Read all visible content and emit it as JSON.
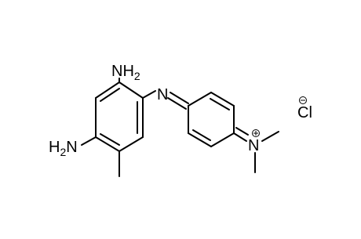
{
  "molecule": {
    "labels": {
      "amine_top": {
        "element": "NH",
        "subscript": "2"
      },
      "amine_left": {
        "prefix": "H",
        "subscript": "2",
        "element": "N"
      },
      "imine_n": "N",
      "iminium_n": "N",
      "counterion": "Cl"
    },
    "charges": {
      "iminium": "+",
      "counterion": "−"
    }
  }
}
